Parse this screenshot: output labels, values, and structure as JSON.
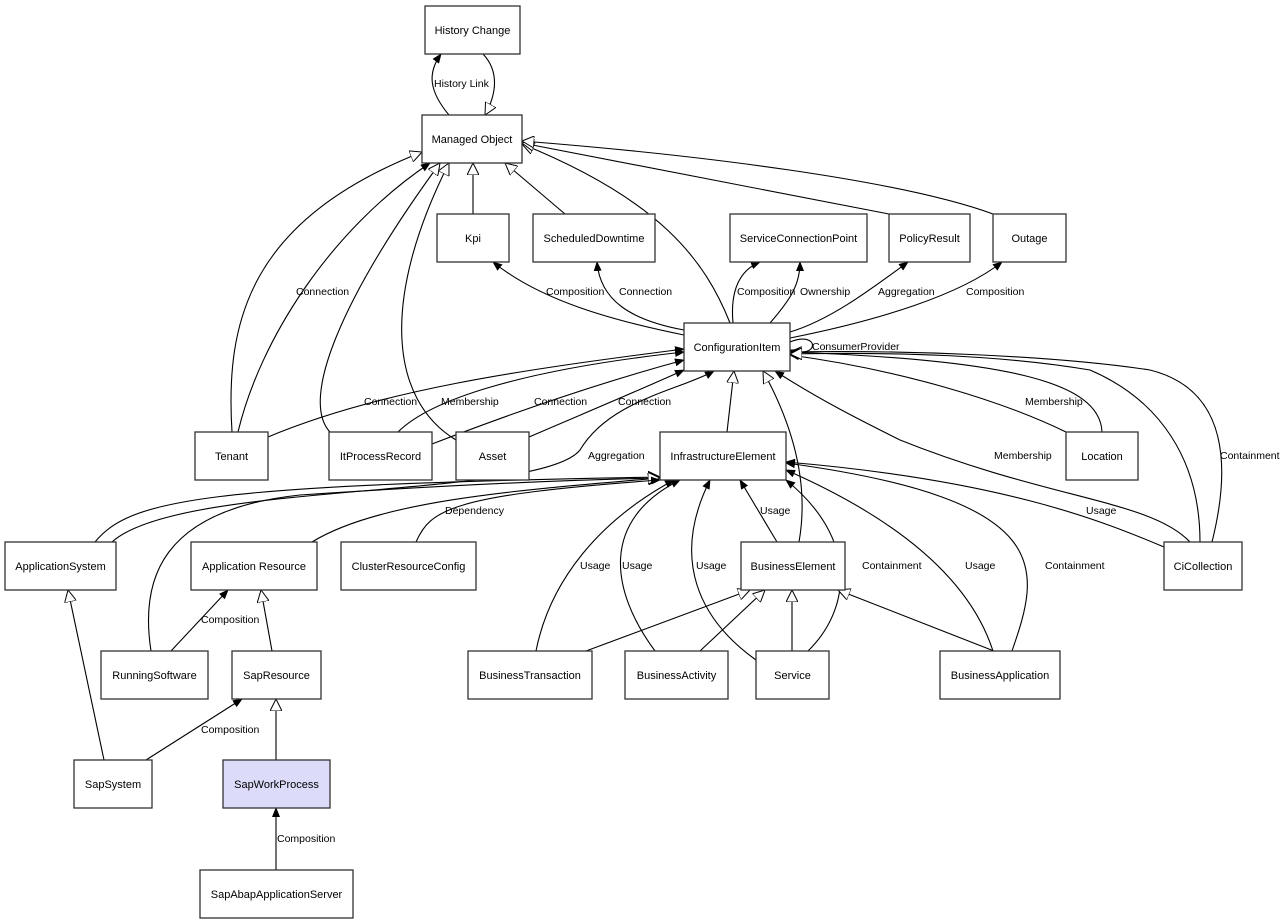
{
  "diagram": {
    "title": "",
    "highlight_color": "#dcdcfa",
    "nodes": [
      {
        "id": "history_change",
        "label": "History Change"
      },
      {
        "id": "managed_object",
        "label": "Managed Object"
      },
      {
        "id": "kpi",
        "label": "Kpi"
      },
      {
        "id": "scheduled_downtime",
        "label": "ScheduledDowntime"
      },
      {
        "id": "service_connection_point",
        "label": "ServiceConnectionPoint"
      },
      {
        "id": "policy_result",
        "label": "PolicyResult"
      },
      {
        "id": "outage",
        "label": "Outage"
      },
      {
        "id": "configuration_item",
        "label": "ConfigurationItem"
      },
      {
        "id": "tenant",
        "label": "Tenant"
      },
      {
        "id": "it_process_record",
        "label": "ItProcessRecord"
      },
      {
        "id": "asset",
        "label": "Asset"
      },
      {
        "id": "infrastructure_element",
        "label": "InfrastructureElement"
      },
      {
        "id": "location",
        "label": "Location"
      },
      {
        "id": "application_system",
        "label": "ApplicationSystem"
      },
      {
        "id": "application_resource",
        "label": "Application Resource"
      },
      {
        "id": "cluster_resource_config",
        "label": "ClusterResourceConfig"
      },
      {
        "id": "business_element",
        "label": "BusinessElement"
      },
      {
        "id": "ci_collection",
        "label": "CiCollection"
      },
      {
        "id": "running_software",
        "label": "RunningSoftware"
      },
      {
        "id": "sap_resource",
        "label": "SapResource"
      },
      {
        "id": "business_transaction",
        "label": "BusinessTransaction"
      },
      {
        "id": "business_activity",
        "label": "BusinessActivity"
      },
      {
        "id": "service",
        "label": "Service"
      },
      {
        "id": "business_application",
        "label": "BusinessApplication"
      },
      {
        "id": "sap_system",
        "label": "SapSystem"
      },
      {
        "id": "sap_work_process",
        "label": "SapWorkProcess",
        "highlighted": true
      },
      {
        "id": "sap_abap_application_server",
        "label": "SapAbapApplicationServer"
      }
    ],
    "edges": [
      {
        "from": "managed_object",
        "to": "history_change",
        "label": "History Link",
        "arrow": "filled"
      },
      {
        "from": "history_change",
        "to": "managed_object",
        "label": "",
        "arrow": "hollow"
      },
      {
        "from": "kpi",
        "to": "managed_object",
        "label": "",
        "arrow": "hollow"
      },
      {
        "from": "scheduled_downtime",
        "to": "managed_object",
        "label": "",
        "arrow": "hollow"
      },
      {
        "from": "configuration_item",
        "to": "managed_object",
        "label": "",
        "arrow": "hollow"
      },
      {
        "from": "policy_result",
        "to": "managed_object",
        "label": "",
        "arrow": "hollow"
      },
      {
        "from": "outage",
        "to": "managed_object",
        "label": "",
        "arrow": "hollow"
      },
      {
        "from": "tenant",
        "to": "managed_object",
        "label": "",
        "arrow": "hollow"
      },
      {
        "from": "tenant",
        "to": "managed_object",
        "label": "Connection",
        "arrow": "filled"
      },
      {
        "from": "it_process_record",
        "to": "managed_object",
        "label": "",
        "arrow": "hollow"
      },
      {
        "from": "asset",
        "to": "managed_object",
        "label": "",
        "arrow": "hollow"
      },
      {
        "from": "configuration_item",
        "to": "kpi",
        "label": "Composition",
        "arrow": "filled"
      },
      {
        "from": "configuration_item",
        "to": "scheduled_downtime",
        "label": "Connection",
        "arrow": "filled"
      },
      {
        "from": "configuration_item",
        "to": "service_connection_point",
        "label": "Composition",
        "arrow": "filled"
      },
      {
        "from": "configuration_item",
        "to": "service_connection_point",
        "label": "Ownership",
        "arrow": "filled"
      },
      {
        "from": "configuration_item",
        "to": "policy_result",
        "label": "Aggregation",
        "arrow": "filled"
      },
      {
        "from": "configuration_item",
        "to": "outage",
        "label": "Composition",
        "arrow": "filled"
      },
      {
        "from": "configuration_item",
        "to": "configuration_item",
        "label": "ConsumerProvider",
        "arrow": "filled"
      },
      {
        "from": "tenant",
        "to": "configuration_item",
        "label": "Connection",
        "arrow": "filled"
      },
      {
        "from": "it_process_record",
        "to": "configuration_item",
        "label": "Membership",
        "arrow": "filled"
      },
      {
        "from": "it_process_record",
        "to": "configuration_item",
        "label": "Connection",
        "arrow": "filled"
      },
      {
        "from": "asset",
        "to": "configuration_item",
        "label": "Connection",
        "arrow": "filled"
      },
      {
        "from": "application_system",
        "to": "configuration_item",
        "label": "Aggregation",
        "arrow": "filled"
      },
      {
        "from": "infrastructure_element",
        "to": "configuration_item",
        "label": "",
        "arrow": "hollow"
      },
      {
        "from": "business_element",
        "to": "configuration_item",
        "label": "",
        "arrow": "hollow"
      },
      {
        "from": "location",
        "to": "configuration_item",
        "label": "Membership",
        "arrow": "filled"
      },
      {
        "from": "location",
        "to": "configuration_item",
        "label": "",
        "arrow": "hollow"
      },
      {
        "from": "ci_collection",
        "to": "configuration_item",
        "label": "Membership",
        "arrow": "filled"
      },
      {
        "from": "ci_collection",
        "to": "configuration_item",
        "label": "Containment",
        "arrow": "filled"
      },
      {
        "from": "ci_collection",
        "to": "configuration_item",
        "label": "",
        "arrow": "hollow"
      },
      {
        "from": "application_system",
        "to": "infrastructure_element",
        "label": "",
        "arrow": "hollow"
      },
      {
        "from": "application_resource",
        "to": "infrastructure_element",
        "label": "",
        "arrow": "hollow"
      },
      {
        "from": "running_software",
        "to": "infrastructure_element",
        "label": "",
        "arrow": "hollow"
      },
      {
        "from": "cluster_resource_config",
        "to": "infrastructure_element",
        "label": "Dependency",
        "arrow": "filled"
      },
      {
        "from": "business_transaction",
        "to": "infrastructure_element",
        "label": "Usage",
        "arrow": "filled"
      },
      {
        "from": "business_activity",
        "to": "infrastructure_element",
        "label": "Usage",
        "arrow": "filled"
      },
      {
        "from": "service",
        "to": "infrastructure_element",
        "label": "Usage",
        "arrow": "filled"
      },
      {
        "from": "business_element",
        "to": "infrastructure_element",
        "label": "Usage",
        "arrow": "filled"
      },
      {
        "from": "service",
        "to": "infrastructure_element",
        "label": "Containment",
        "arrow": "filled"
      },
      {
        "from": "business_application",
        "to": "infrastructure_element",
        "label": "Usage",
        "arrow": "filled"
      },
      {
        "from": "business_application",
        "to": "infrastructure_element",
        "label": "Containment",
        "arrow": "filled"
      },
      {
        "from": "ci_collection",
        "to": "infrastructure_element",
        "label": "Usage",
        "arrow": "filled"
      },
      {
        "from": "business_transaction",
        "to": "business_element",
        "label": "",
        "arrow": "hollow"
      },
      {
        "from": "business_activity",
        "to": "business_element",
        "label": "",
        "arrow": "hollow"
      },
      {
        "from": "service",
        "to": "business_element",
        "label": "",
        "arrow": "hollow"
      },
      {
        "from": "business_application",
        "to": "business_element",
        "label": "",
        "arrow": "hollow"
      },
      {
        "from": "running_software",
        "to": "application_resource",
        "label": "Composition",
        "arrow": "filled"
      },
      {
        "from": "sap_resource",
        "to": "application_resource",
        "label": "",
        "arrow": "hollow"
      },
      {
        "from": "sap_system",
        "to": "application_system",
        "label": "",
        "arrow": "hollow"
      },
      {
        "from": "sap_system",
        "to": "sap_resource",
        "label": "Composition",
        "arrow": "filled"
      },
      {
        "from": "sap_work_process",
        "to": "sap_resource",
        "label": "",
        "arrow": "hollow"
      },
      {
        "from": "sap_abap_application_server",
        "to": "sap_work_process",
        "label": "Composition",
        "arrow": "filled"
      }
    ]
  }
}
